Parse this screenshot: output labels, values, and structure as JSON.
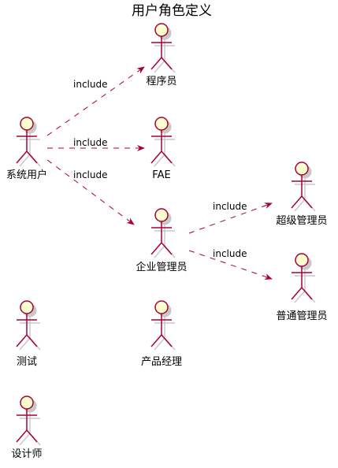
{
  "diagram": {
    "title": "用户角色定义",
    "colors": {
      "actor_stroke": "#A80036",
      "actor_fill": "#FEFECE",
      "edge": "#A80036",
      "text": "#000000",
      "background": "#FFFFFF"
    },
    "actors": [
      {
        "id": "system_user",
        "label": "系统用户"
      },
      {
        "id": "programmer",
        "label": "程序员"
      },
      {
        "id": "fae",
        "label": "FAE"
      },
      {
        "id": "enterprise_admin",
        "label": "企业管理员"
      },
      {
        "id": "super_admin",
        "label": "超级管理员"
      },
      {
        "id": "normal_admin",
        "label": "普通管理员"
      },
      {
        "id": "tester",
        "label": "测试"
      },
      {
        "id": "product_manager",
        "label": "产品经理"
      },
      {
        "id": "designer",
        "label": "设计师"
      }
    ],
    "edges": [
      {
        "from": "system_user",
        "to": "programmer",
        "label": "include"
      },
      {
        "from": "system_user",
        "to": "fae",
        "label": "include"
      },
      {
        "from": "system_user",
        "to": "enterprise_admin",
        "label": "include"
      },
      {
        "from": "enterprise_admin",
        "to": "super_admin",
        "label": "include"
      },
      {
        "from": "enterprise_admin",
        "to": "normal_admin",
        "label": "include"
      }
    ]
  }
}
